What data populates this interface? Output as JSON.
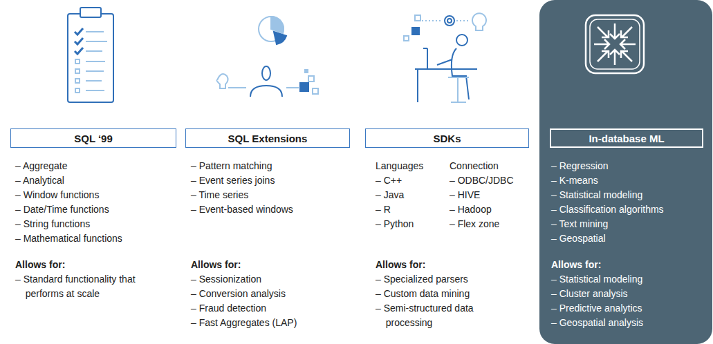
{
  "diagram": {
    "nodes": [
      {
        "text": [
          "SQL ‘99"
        ]
      },
      {
        "text": [
          "SQL Extensions"
        ]
      },
      {
        "text": [
          "SDKs"
        ]
      },
      {
        "text": [
          "– Regression",
          "– K-means",
          "– Statistical modeling",
          "– Classification algorithms",
          "– Text mining",
          "– Geospatial",
          "Allows for:",
          "– Statistical modeling",
          "– Cluster analysis",
          "– Predictive analytics",
          "– Geospatial analysis"
        ]
      },
      {
        "text": [
          "In-database ML"
        ],
        "in": 3
      }
    ],
    "labels": [
      "– Aggregate",
      "– Analytical",
      "– Window functions",
      "– Date/Time functions",
      "– String functions",
      "– Mathematical functions",
      "Allows for:",
      "– Standard functionality that performs at scale",
      "– Pattern matching",
      "– Event series joins",
      "– Time series",
      "– Event-based windows",
      "Allows for:",
      "– Sessionization",
      "– Conversion analysis",
      "– Fraud detection",
      "– Fast Aggregates (LAP)",
      "Languages",
      "– C++",
      "– Java",
      "– R",
      "– Python",
      "Connection",
      "– ODBC/JDBC",
      "– HIVE",
      "– Hadoop",
      "– Flex zone",
      "Allows for:",
      "– Specialized parsers",
      "– Custom data mining",
      "– Semi-structured data processing"
    ]
  }
}
